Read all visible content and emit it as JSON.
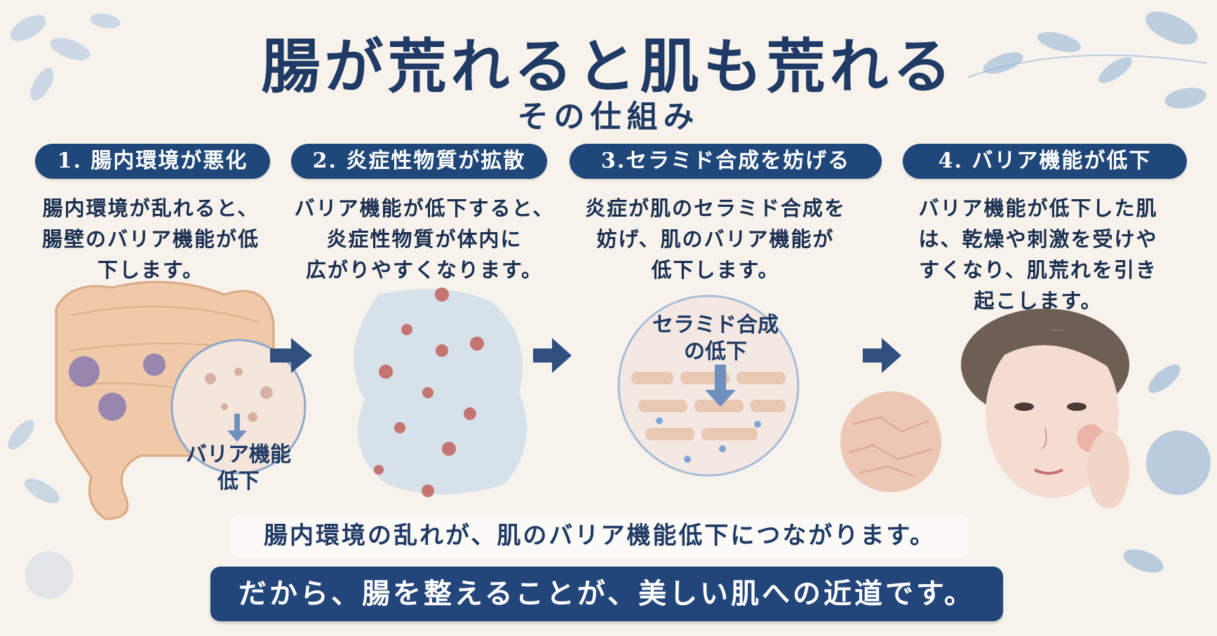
{
  "title": "腸が荒れると肌も荒れる",
  "subtitle": "その仕組み",
  "steps": [
    {
      "heading": "1. 腸内環境が悪化",
      "lines": [
        "腸内環境が乱れると、",
        "腸壁のバリア機能が低",
        "下します。"
      ]
    },
    {
      "heading": "2. 炎症性物質が拡散",
      "lines": [
        "バリア機能が低下すると、",
        "炎症性物質が体内に",
        "広がりやすくなります。"
      ]
    },
    {
      "heading": "3.セラミド合成を妨げる",
      "lines": [
        "炎症が肌のセラミド合成を",
        "妨げ、肌のバリア機能が",
        "低下します。"
      ]
    },
    {
      "heading": "4. バリア機能が低下",
      "lines": [
        "バリア機能が低下した肌",
        "は、乾燥や刺激を受けや",
        "すくなり、肌荒れを引き",
        "起こします。"
      ]
    }
  ],
  "labels": {
    "barrier_down": [
      "バリア機能",
      "低下"
    ],
    "ceramide_down": [
      "セラミド合成",
      "の低下"
    ]
  },
  "messages": {
    "summary": "腸内環境の乱れが、肌のバリア機能低下につながります。",
    "conclusion": "だから、腸を整えることが、美しい肌への近道です。"
  },
  "colors": {
    "navy": "#1f4779",
    "background": "#f7f3ec"
  },
  "icons": [
    "arrow-right-icon",
    "arrow-down-icon",
    "leaf-icon"
  ]
}
